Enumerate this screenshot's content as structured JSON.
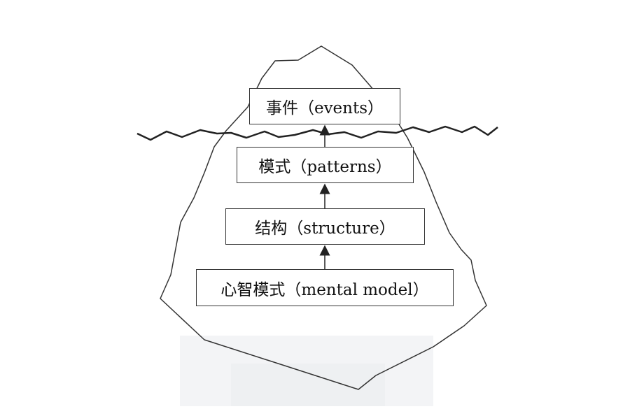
{
  "diagram": {
    "levels": [
      {
        "label": "事件（events）"
      },
      {
        "label": "模式（patterns）"
      },
      {
        "label": "结构（structure）"
      },
      {
        "label": "心智模式（mental model）"
      }
    ]
  },
  "colors": {
    "line": "#333333",
    "text": "#111111",
    "background": "#ffffff",
    "watermark": "#f3f4f6"
  }
}
